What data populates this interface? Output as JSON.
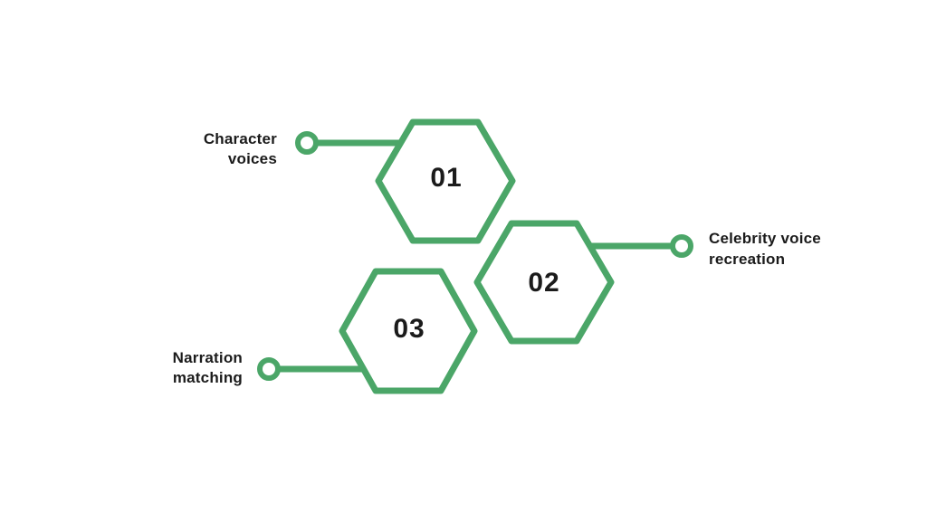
{
  "theme": {
    "background": "#ffffff",
    "accent": "#4BA668",
    "text": "#1b1b1b"
  },
  "diagram": {
    "type": "hexagon-infographic",
    "nodes": [
      {
        "number": "01",
        "label": "Character voices",
        "label_lines": [
          "Character",
          "voices"
        ],
        "label_side": "left"
      },
      {
        "number": "02",
        "label": "Celebrity voice recreation",
        "label_lines": [
          "Celebrity voice",
          "recreation"
        ],
        "label_side": "right"
      },
      {
        "number": "03",
        "label": "Narration matching",
        "label_lines": [
          "Narration",
          "matching"
        ],
        "label_side": "left"
      }
    ]
  }
}
